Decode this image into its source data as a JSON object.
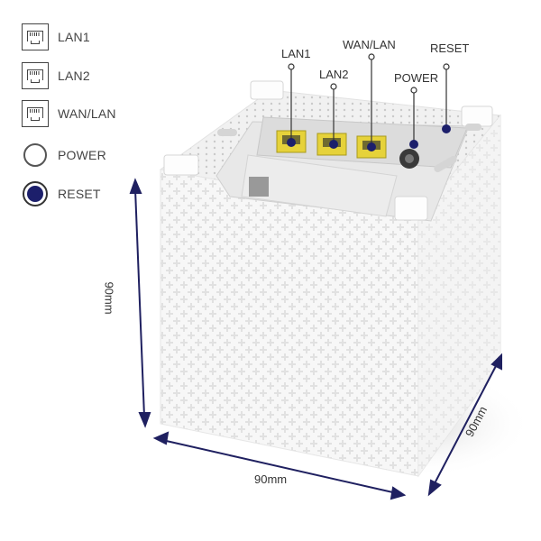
{
  "legend": [
    {
      "icon": "ethernet-port-icon",
      "label": "LAN1"
    },
    {
      "icon": "ethernet-port-icon",
      "label": "LAN2"
    },
    {
      "icon": "ethernet-port-icon",
      "label": "WAN/LAN"
    },
    {
      "icon": "power-port-icon",
      "label": "POWER"
    },
    {
      "icon": "reset-button-icon",
      "label": "RESET"
    }
  ],
  "callouts": {
    "lan1": "LAN1",
    "lan2": "LAN2",
    "wan_lan": "WAN/LAN",
    "power": "POWER",
    "reset": "RESET"
  },
  "dimensions": {
    "height": "90mm",
    "width": "90mm",
    "depth": "90mm"
  },
  "colors": {
    "port_yellow": "#e6d23a",
    "reset_navy": "#1c1f6b",
    "arrow_navy": "#1f2060"
  }
}
